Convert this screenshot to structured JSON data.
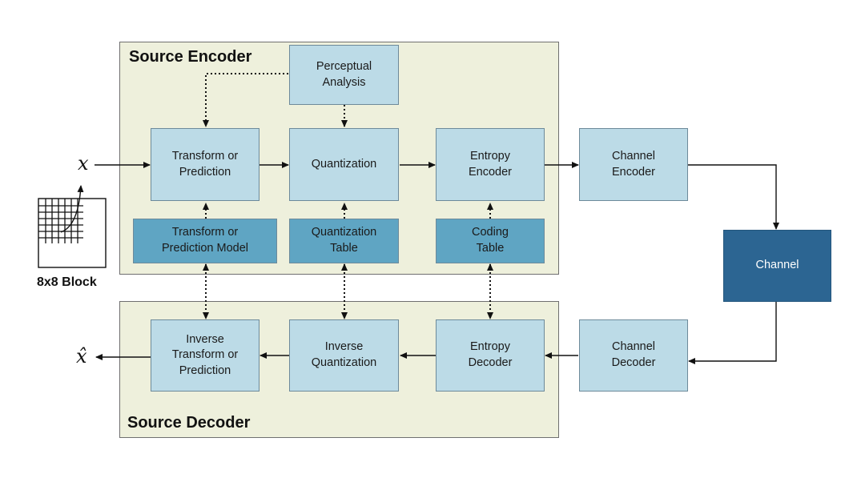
{
  "encoder": {
    "title": "Source Encoder",
    "perceptual": "Perceptual\nAnalysis",
    "transform": "Transform  or\nPrediction",
    "quantization": "Quantization",
    "entropy": "Entropy\nEncoder",
    "transform_model": "Transform or\nPrediction Model",
    "quant_table": "Quantization\nTable",
    "coding_table": "Coding\nTable"
  },
  "channel_encoder": "Channel\nEncoder",
  "channel": "Channel",
  "channel_decoder": "Channel\nDecoder",
  "decoder": {
    "title": "Source Decoder",
    "inverse_transform": "Inverse\nTransform or\nPrediction",
    "inverse_quant": "Inverse\nQuantization",
    "entropy": "Entropy\nDecoder"
  },
  "input_symbol": "x",
  "output_symbol": "x̂",
  "block_label": "8x8 Block",
  "colors": {
    "region_fill": "#eef0dc",
    "light_block": "#bcdbe7",
    "medium_block": "#5fa5c3",
    "channel_block": "#2c6592"
  }
}
